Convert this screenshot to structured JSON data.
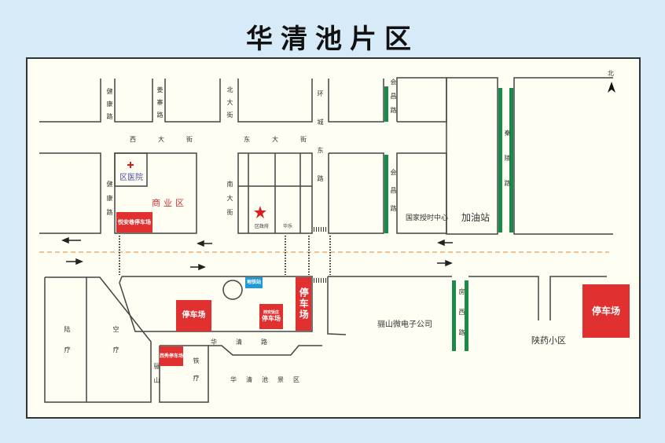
{
  "title": "华清池片区",
  "north": "北",
  "roads": {
    "jiankang_n": "健康路",
    "jiangzhai": "姜寨路",
    "beidajie": "北大街",
    "huancheng_e": "环城东路",
    "hejing_n": "会昌路",
    "hejing_s": "会昌路",
    "qinling": "秦陵路",
    "xidajie": "西大街",
    "dongdajie": "东大街",
    "jiankang_s": "健康路",
    "nandajie": "南大街",
    "huaqing": "华清路",
    "lishan": "骊山",
    "fangxi": "房西路"
  },
  "places": {
    "hospital": "区医院",
    "commercial": "商业区",
    "government": "区政府",
    "huale": "华乐",
    "timing_center": "国家授时中心",
    "gas_station": "加油站",
    "microelectronics": "骊山微电子公司",
    "shaanyao": "陕药小区",
    "luliao": "陆疗",
    "kongliao": "空疗",
    "tieliao": "铁疗",
    "scenic": "华清池景区",
    "subway": "地铁站"
  },
  "parking": {
    "p1": "悦安巷停车场",
    "p2": "停车场",
    "p3_sub": "西安饭庄",
    "p3": "停车场",
    "p4": "停车场",
    "p5": "西秀停车场",
    "p6": "停车场"
  },
  "colors": {
    "parking": "#e03030",
    "greenbelt": "#1a8a4a",
    "subway": "#1e9bd7",
    "centerline": "#e0a060"
  }
}
